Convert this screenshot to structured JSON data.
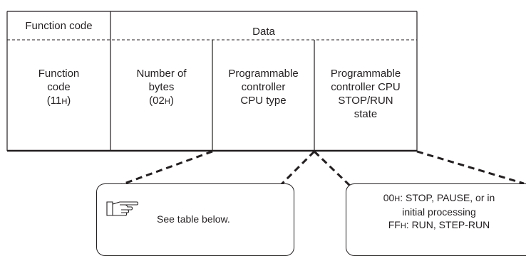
{
  "header": {
    "function_code": "Function code",
    "data": "Data"
  },
  "columns": [
    {
      "lines": [
        "Function",
        "code"
      ],
      "sub": {
        "value": "(11",
        "unit": "H",
        "close": ")"
      }
    },
    {
      "lines": [
        "Number of",
        "bytes"
      ],
      "sub": {
        "value": "(02",
        "unit": "H",
        "close": ")"
      }
    },
    {
      "lines": [
        "Programmable",
        "controller",
        "CPU type"
      ]
    },
    {
      "lines": [
        "Programmable",
        "controller CPU",
        "STOP/RUN",
        "state"
      ]
    }
  ],
  "callout_left": {
    "icon": "pointing-hand-icon",
    "text": "See table below."
  },
  "callout_right": {
    "line1": {
      "code": "00",
      "unit": "H",
      "text": ": STOP, PAUSE, or in"
    },
    "line2": "initial processing",
    "line3": {
      "code": "FF",
      "unit": "H",
      "text": ": RUN, STEP-RUN"
    }
  }
}
